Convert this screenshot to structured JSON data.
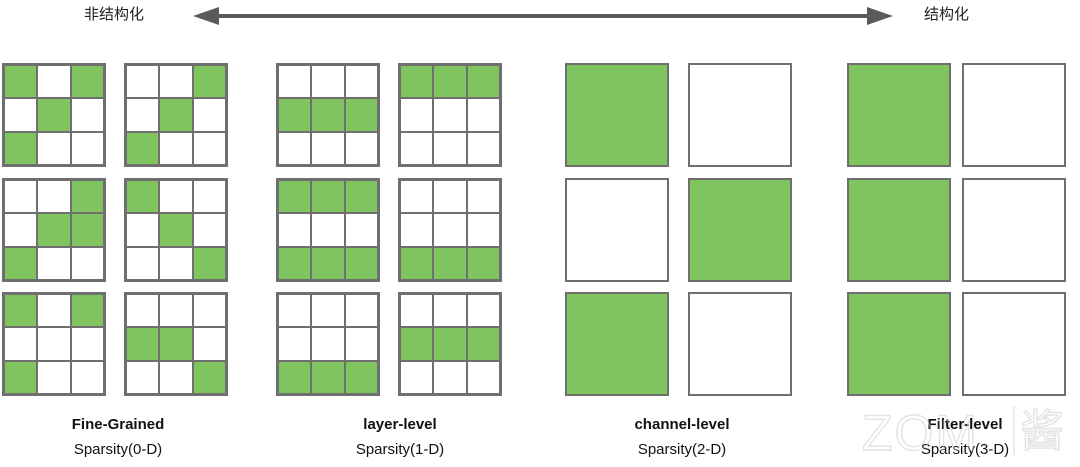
{
  "header": {
    "left_label": "非结构化",
    "right_label": "结构化",
    "arrow_icon": "double-headed-arrow-icon",
    "arrow_color": "#5a5a5a"
  },
  "colors": {
    "pruned_green": "#7fc45e",
    "cell_border": "#6f6f6f",
    "empty_cell": "#ffffff",
    "text": "#111111",
    "watermark": "#c9c9c9"
  },
  "columns": [
    {
      "id": "fine-grained",
      "title": "Fine-Grained",
      "subtitle": "Sparsity(0-D)",
      "kind": "grid3",
      "rows": [
        {
          "grids": [
            {
              "cells": [
                1,
                0,
                1,
                0,
                1,
                0,
                1,
                0,
                0
              ]
            },
            {
              "cells": [
                0,
                0,
                1,
                0,
                1,
                0,
                1,
                0,
                0
              ]
            }
          ]
        },
        {
          "grids": [
            {
              "cells": [
                0,
                0,
                1,
                0,
                1,
                1,
                1,
                0,
                0
              ]
            },
            {
              "cells": [
                1,
                0,
                0,
                0,
                1,
                0,
                0,
                0,
                1
              ]
            }
          ]
        },
        {
          "grids": [
            {
              "cells": [
                1,
                0,
                1,
                0,
                0,
                0,
                1,
                0,
                0
              ]
            },
            {
              "cells": [
                0,
                0,
                0,
                1,
                1,
                0,
                0,
                0,
                1
              ]
            }
          ]
        }
      ]
    },
    {
      "id": "layer-level",
      "title": "layer-level",
      "subtitle": "Sparsity(1-D)",
      "kind": "grid3",
      "rows": [
        {
          "grids": [
            {
              "cells": [
                0,
                0,
                0,
                1,
                1,
                1,
                0,
                0,
                0
              ]
            },
            {
              "cells": [
                1,
                1,
                1,
                0,
                0,
                0,
                0,
                0,
                0
              ]
            }
          ]
        },
        {
          "grids": [
            {
              "cells": [
                1,
                1,
                1,
                0,
                0,
                0,
                1,
                1,
                1
              ]
            },
            {
              "cells": [
                0,
                0,
                0,
                0,
                0,
                0,
                1,
                1,
                1
              ]
            }
          ]
        },
        {
          "grids": [
            {
              "cells": [
                0,
                0,
                0,
                0,
                0,
                0,
                1,
                1,
                1
              ]
            },
            {
              "cells": [
                0,
                0,
                0,
                1,
                1,
                1,
                0,
                0,
                0
              ]
            }
          ]
        }
      ]
    },
    {
      "id": "channel-level",
      "title": "channel-level",
      "subtitle": "Sparsity(2-D)",
      "kind": "block",
      "rows": [
        {
          "blocks": [
            1,
            0
          ]
        },
        {
          "blocks": [
            0,
            1
          ]
        },
        {
          "blocks": [
            1,
            0
          ]
        }
      ]
    },
    {
      "id": "filter-level",
      "title": "Filter-level",
      "subtitle": "Sparsity(3-D)",
      "kind": "block",
      "rows": [
        {
          "blocks": [
            1,
            0
          ]
        },
        {
          "blocks": [
            1,
            0
          ]
        },
        {
          "blocks": [
            1,
            0
          ]
        }
      ]
    }
  ],
  "watermark": {
    "latin": "ZOM",
    "cjk": "酱"
  }
}
